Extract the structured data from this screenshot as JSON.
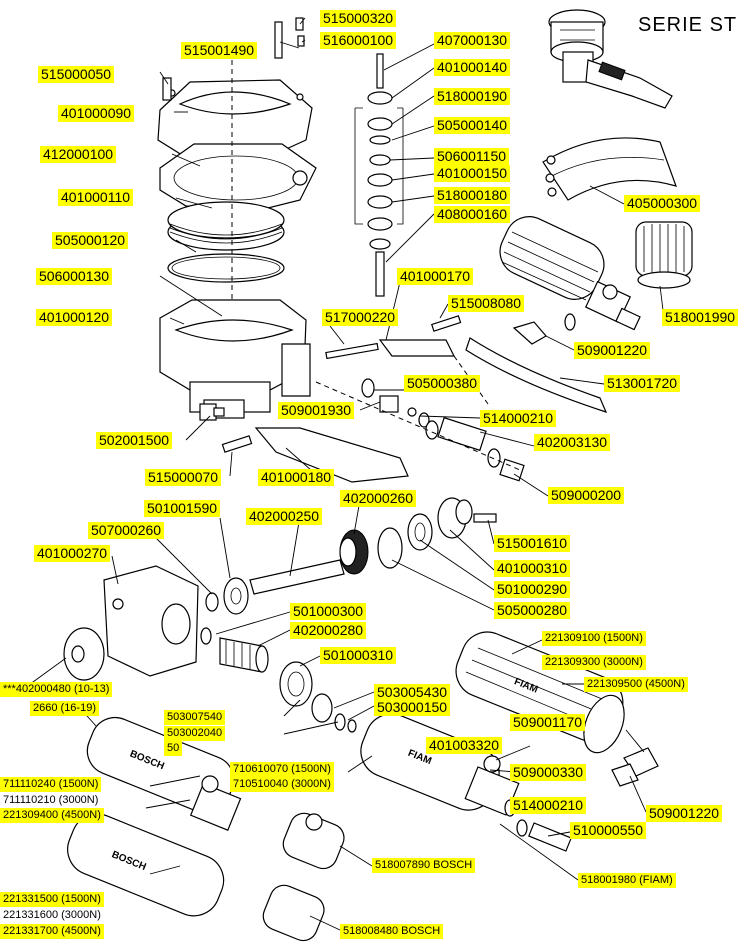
{
  "title": "SERIE ST",
  "labels": {
    "p515000320": "515000320",
    "p515001490": "515001490",
    "p516000100": "516000100",
    "p407000130": "407000130",
    "p515000050": "515000050",
    "p401000140": "401000140",
    "p401000090": "401000090",
    "p518000190": "518000190",
    "p505000140": "505000140",
    "p412000100": "412000100",
    "p506001150": "506001150",
    "p401000150": "401000150",
    "p401000110": "401000110",
    "p518000180": "518000180",
    "p405000300": "405000300",
    "p408000160": "408000160",
    "p505000120": "505000120",
    "p506000130": "506000130",
    "p401000170": "401000170",
    "p518001990": "518001990",
    "p515008080": "515008080",
    "p401000120": "401000120",
    "p517000220": "517000220",
    "p509001220a": "509001220",
    "p505000380": "505000380",
    "p513001720": "513001720",
    "p509001930": "509001930",
    "p514000210a": "514000210",
    "p502001500": "502001500",
    "p402003130": "402003130",
    "p515000070": "515000070",
    "p401000180": "401000180",
    "p509000200": "509000200",
    "p402000260": "402000260",
    "p501001590": "501001590",
    "p402000250": "402000250",
    "p507000260": "507000260",
    "p515001610": "515001610",
    "p401000270": "401000270",
    "p401000310": "401000310",
    "p501000290": "501000290",
    "p505000280": "505000280",
    "p501000300": "501000300",
    "p402000280": "402000280",
    "p221309100": "221309100 (1500N)",
    "p501000310": "501000310",
    "p221309300": "221309300 (3000N)",
    "p402000480": "***402000480 (10-13)",
    "p221309500": "221309500 (4500N)",
    "p503005430": "503005430",
    "p2660": "2660 (16-19)",
    "p503000150": "503000150",
    "p503007540": "503007540",
    "p509001170": "509001170",
    "p503002040": "503002040",
    "p401003320": "401003320",
    "p50": "50",
    "p710610070": "710610070 (1500N)",
    "p509000330": "509000330",
    "p711110240": "711110240 (1500N)",
    "p710510040": "710510040 (3000N)",
    "p711110210": "711110210 (3000N)",
    "p221309400": "221309400 (4500N)",
    "p514000210b": "514000210",
    "p509001220b": "509001220",
    "p510000550": "510000550",
    "p518007890": "518007890 BOSCH",
    "p518001980": "518001980 (FIAM)",
    "p221331500": "221331500 (1500N)",
    "p221331600": "221331600 (3000N)",
    "p221331700": "221331700 (4500N)",
    "p518008480": "518008480 BOSCH"
  },
  "brands": {
    "bosch": "BOSCH",
    "fiam": "FIAM"
  },
  "colors": {
    "label_bg": "#ffff00",
    "line": "#000000",
    "paper": "#ffffff"
  }
}
